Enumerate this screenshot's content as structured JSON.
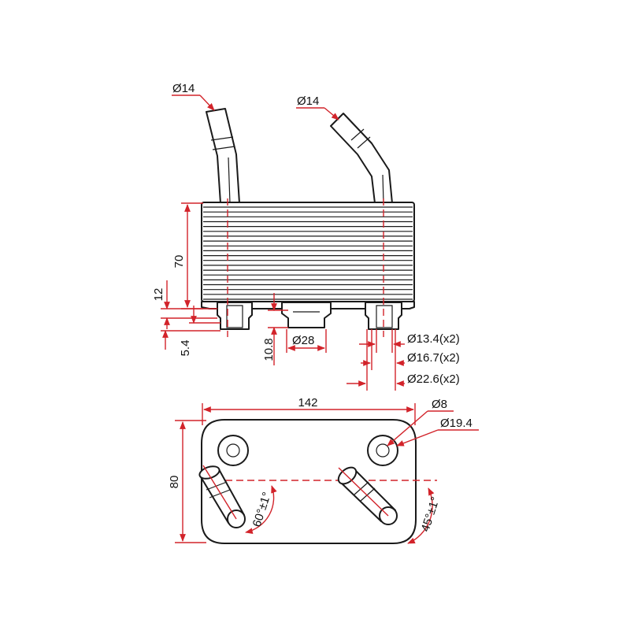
{
  "colors": {
    "outline": "#1a1a1a",
    "dimension": "#d2232a",
    "text": "#111111",
    "background": "#ffffff"
  },
  "side_view": {
    "inlet_left_diameter": "Ø14",
    "inlet_right_diameter": "Ø14",
    "height_core": "70",
    "height_base": "12",
    "height_spigot": "5.4",
    "center_boss_height": "10.8",
    "center_boss_diameter": "Ø28",
    "port_diameter_1": "Ø13.4(x2)",
    "port_diameter_2": "Ø16.7(x2)",
    "port_diameter_3": "Ø22.6(x2)"
  },
  "top_view": {
    "length": "142",
    "width": "80",
    "bolt_hole_diameter": "Ø8",
    "boss_diameter": "Ø19.4",
    "angle_left": "60°±1°",
    "angle_right": "45°±1°"
  }
}
